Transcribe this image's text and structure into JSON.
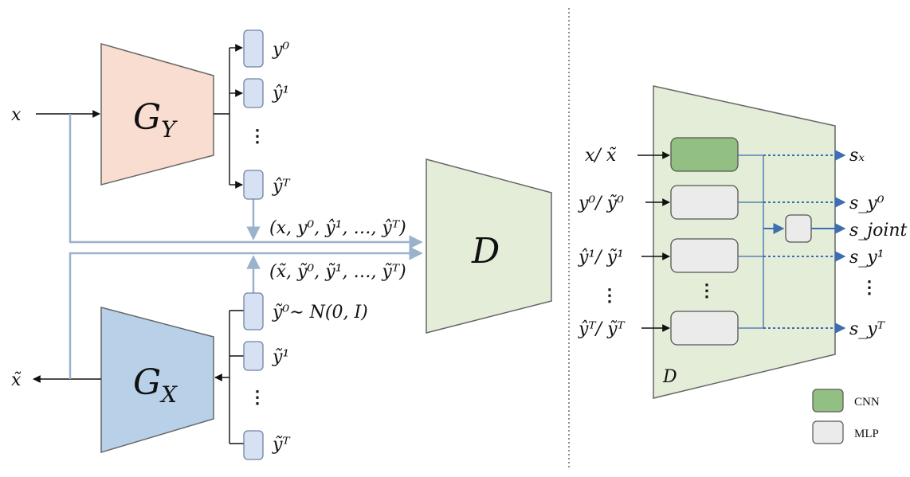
{
  "left": {
    "input_x": "x",
    "output_x_tilde": "x̃",
    "generator_y": "G_Y",
    "generator_y_sub": "Y",
    "generator_x": "G_X",
    "generator_x_sub": "X",
    "gy_outputs": [
      "y⁰",
      "ŷ¹",
      "⋮",
      "ŷᵀ"
    ],
    "gx_outputs": [
      "ỹ⁰∼ N(0, I)",
      "ỹ¹",
      "⋮",
      "ỹᵀ"
    ],
    "real_tuple": "(x, y⁰, ŷ¹, …, ŷᵀ)",
    "fake_tuple": "(x̃, ỹ⁰, ỹ¹, …, ỹᵀ)",
    "discriminator": "D"
  },
  "right": {
    "inputs": [
      "x/ x̃",
      "y⁰/ ỹ⁰",
      "ŷ¹/ ỹ¹",
      "⋮",
      "ŷᵀ/ ỹᵀ"
    ],
    "outputs": [
      "sₓ",
      "s_y⁰",
      "s_joint",
      "s_y¹",
      "⋮",
      "s_yᵀ"
    ],
    "discriminator_label": "D",
    "vertical_dots": "⋮"
  },
  "legend": {
    "items": [
      {
        "label": "CNN",
        "color": "#92c083"
      },
      {
        "label": "MLP",
        "color": "#ebebeb"
      }
    ]
  },
  "colors": {
    "gy_fill": "#f8ddd0",
    "gx_fill": "#b8d0e8",
    "d_fill": "#e3edd8",
    "token_fill": "#d6e2f3",
    "cnn_fill": "#92c083",
    "mlp_fill": "#ebebeb",
    "line_blue": "#9ab2cc",
    "arrow_blue": "#3e6db0"
  }
}
